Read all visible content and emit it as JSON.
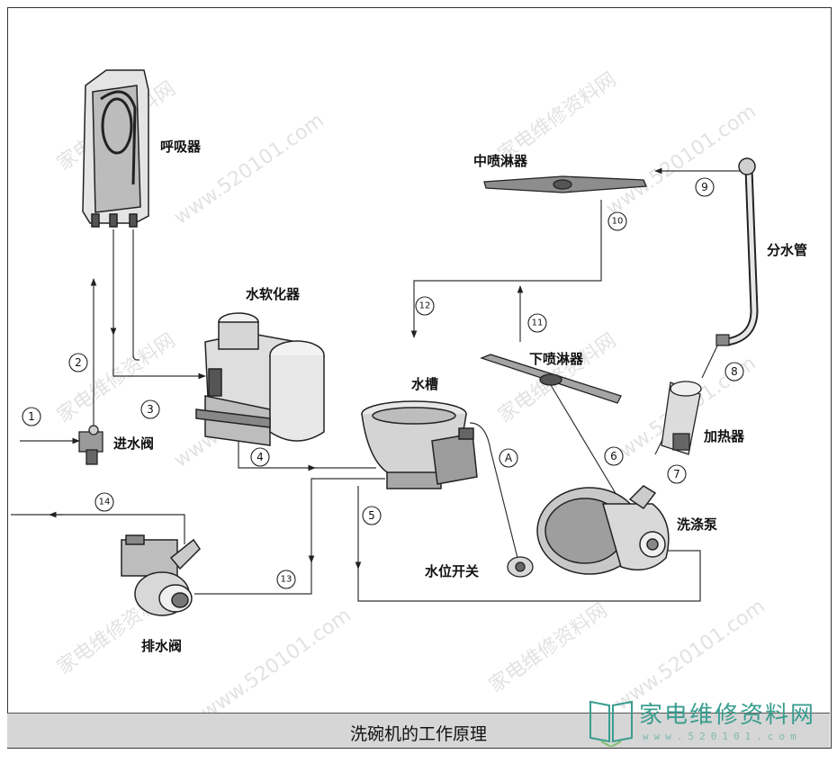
{
  "components": {
    "breather": "呼吸器",
    "softener": "水软化器",
    "inlet_valve": "进水阀",
    "middle_spray": "中喷淋器",
    "lower_spray": "下喷淋器",
    "manifold": "分水管",
    "tank": "水槽",
    "heater": "加热器",
    "wash_pump": "洗涤泵",
    "level_switch": "水位开关",
    "drain_valve": "排水阀"
  },
  "flow_labels": [
    "①",
    "②",
    "③",
    "④",
    "⑤",
    "⑥",
    "⑦",
    "⑧",
    "⑨",
    "⑩",
    "⑪",
    "⑫",
    "⑬",
    "⑭"
  ],
  "flow_numbers": [
    "1",
    "2",
    "3",
    "4",
    "5",
    "6",
    "7",
    "8",
    "9",
    "10",
    "11",
    "12",
    "13",
    "14"
  ],
  "level_line_label": "A",
  "caption": "洗碗机的工作原理",
  "watermark": {
    "site_cn": "家电维修资料网",
    "site_url": "www.520101.com",
    "logo_cn": "家电维修资料网",
    "logo_url": "www.520101.com"
  }
}
